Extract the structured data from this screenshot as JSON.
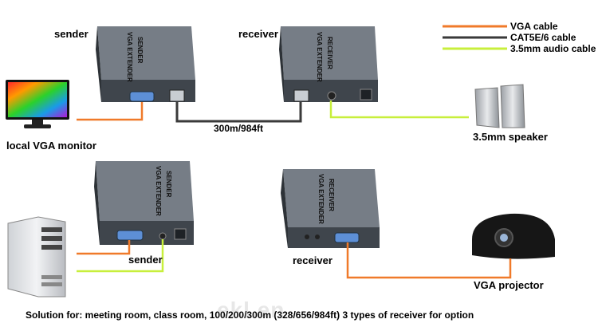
{
  "legend": {
    "items": [
      {
        "label": "VGA cable",
        "color": "#f07a2a"
      },
      {
        "label": "CAT5E/6 cable",
        "color": "#3a3a3a"
      },
      {
        "label": "3.5mm audio cable",
        "color": "#c8ef3c"
      }
    ]
  },
  "top_row": {
    "sender_label": "sender",
    "receiver_label": "receiver",
    "distance_label": "300m/984ft",
    "monitor_label": "local VGA monitor",
    "speaker_label": "3.5mm speaker"
  },
  "bottom_row": {
    "sender_label": "sender",
    "receiver_label": "receiver",
    "projector_label": "VGA projector"
  },
  "device_text": {
    "sender_title": "VGA EXTENDER",
    "sender_sub": "SENDER",
    "receiver_title": "VGA EXTENDER",
    "receiver_sub": "RECEIVER"
  },
  "footer": {
    "solution_text": "Solution for: meeting room, class room, 100/200/300m (328/656/984ft) 3 types of receiver for option"
  },
  "watermark": "ekl.en",
  "colors": {
    "vga": "#f07a2a",
    "cat": "#3a3a3a",
    "audio": "#c8ef3c",
    "device_body": "#5a6068",
    "device_top": "#767d86",
    "device_front": "#3f454c"
  }
}
